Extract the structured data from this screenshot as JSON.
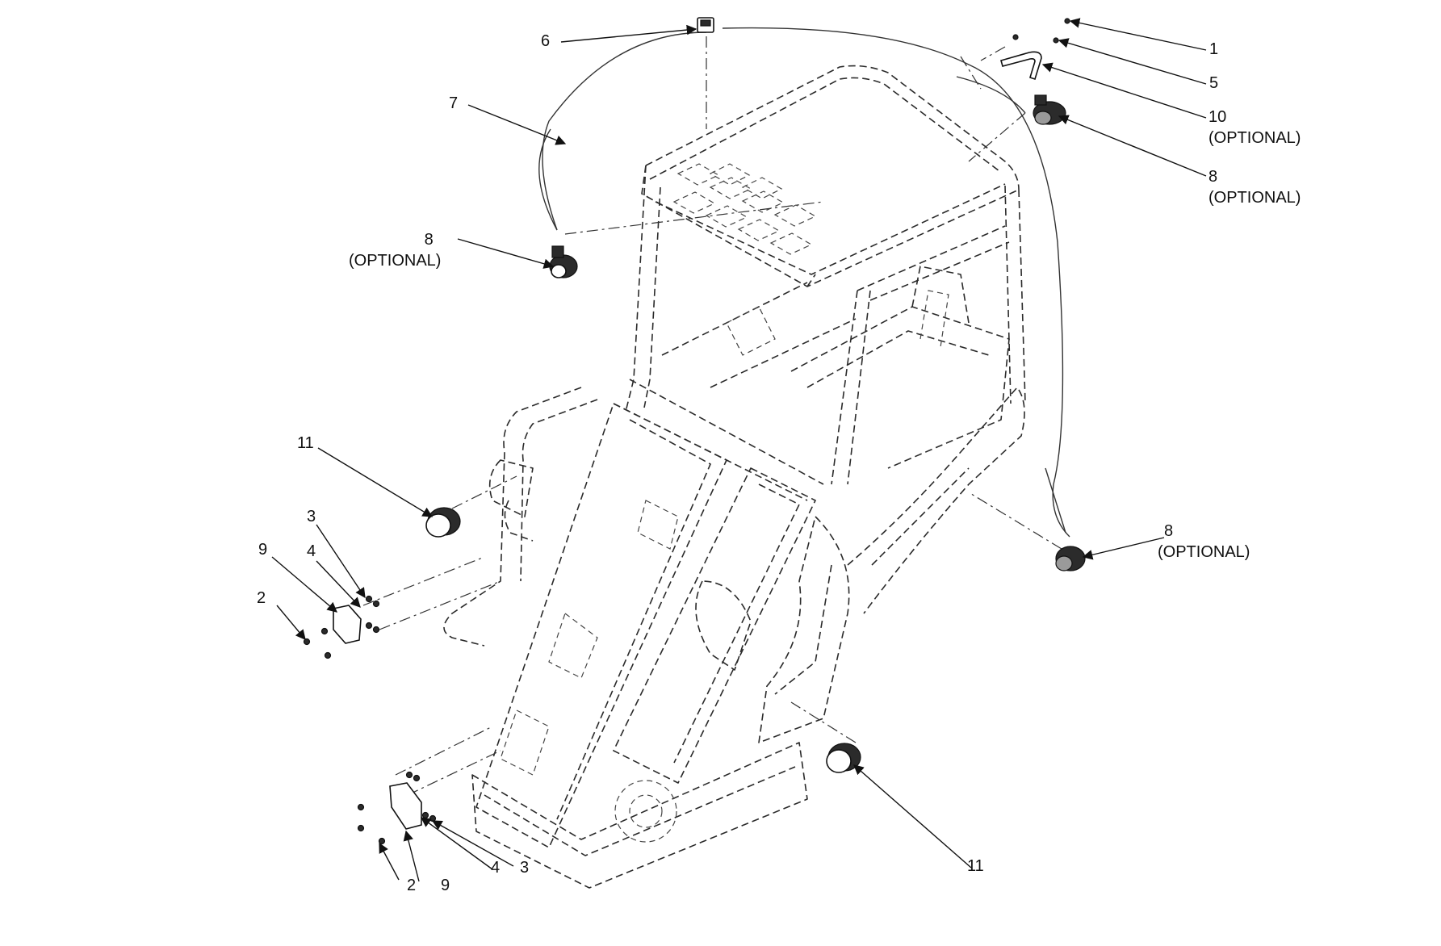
{
  "diagram": {
    "callouts": [
      {
        "id": "c1",
        "number": "1",
        "note": ""
      },
      {
        "id": "c5",
        "number": "5",
        "note": ""
      },
      {
        "id": "c10",
        "number": "10",
        "note": "(OPTIONAL)"
      },
      {
        "id": "c8a",
        "number": "8",
        "note": "(OPTIONAL)"
      },
      {
        "id": "c6",
        "number": "6",
        "note": ""
      },
      {
        "id": "c7",
        "number": "7",
        "note": ""
      },
      {
        "id": "c8b",
        "number": "8",
        "note": "(OPTIONAL)"
      },
      {
        "id": "c11a",
        "number": "11",
        "note": ""
      },
      {
        "id": "c3a",
        "number": "3",
        "note": ""
      },
      {
        "id": "c9a",
        "number": "9",
        "note": ""
      },
      {
        "id": "c4a",
        "number": "4",
        "note": ""
      },
      {
        "id": "c2a",
        "number": "2",
        "note": ""
      },
      {
        "id": "c8c",
        "number": "8",
        "note": "(OPTIONAL)"
      },
      {
        "id": "c11b",
        "number": "11",
        "note": ""
      },
      {
        "id": "c4b",
        "number": "4",
        "note": ""
      },
      {
        "id": "c3b",
        "number": "3",
        "note": ""
      },
      {
        "id": "c2b",
        "number": "2",
        "note": ""
      },
      {
        "id": "c9b",
        "number": "9",
        "note": ""
      }
    ]
  }
}
